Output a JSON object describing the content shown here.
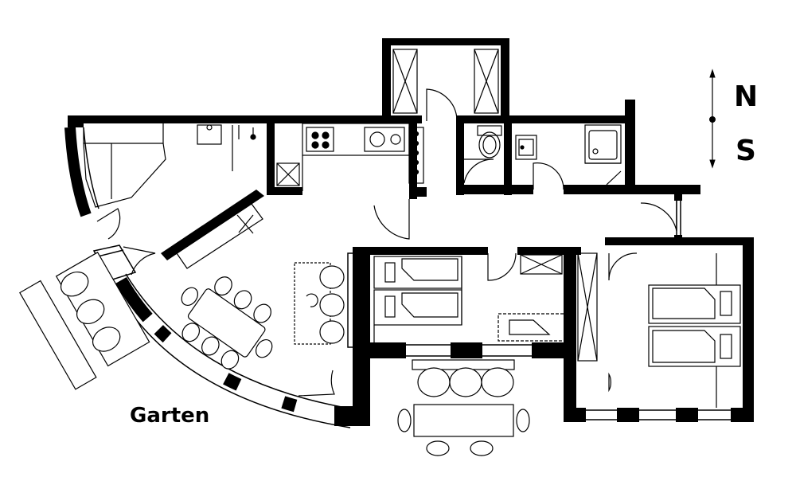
{
  "labels": {
    "garden": "Garten",
    "north": "N",
    "south": "S"
  },
  "colors": {
    "wall": "#000000",
    "line": "#000000",
    "fill": "#ffffff"
  },
  "icons": {
    "compass": "north-south-arrow-icon",
    "door": "door-swing-icon",
    "window": "window-icon",
    "bed": "bed-icon",
    "sofa": "sofa-icon",
    "dining": "dining-table-icon",
    "stove": "stove-icon",
    "sink": "sink-icon",
    "toilet": "toilet-icon",
    "shower": "shower-tray-icon",
    "wardrobe": "wardrobe-icon"
  }
}
